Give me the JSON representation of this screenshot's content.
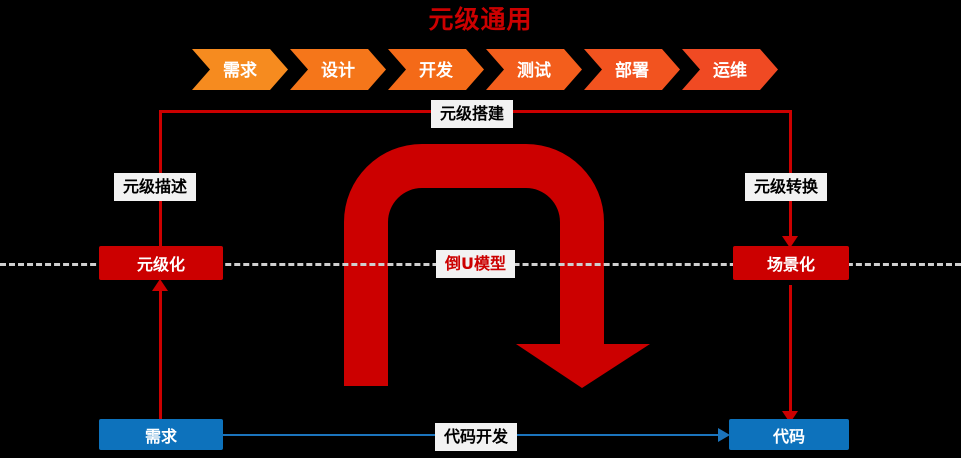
{
  "title": "元级通用",
  "colors": {
    "title_red": "#CC0000",
    "arrow_red": "#CC0000",
    "node_blue": "#0D72BC",
    "line_blue": "#1B74BC",
    "chevron_start": "#F68B1F",
    "chevron_end": "#F04A23",
    "background": "#000000",
    "caption_bg": "#F2F2F2",
    "dash_line": "#CFCFCF"
  },
  "pipeline": {
    "name": "lifecycle-ribbon",
    "stages": [
      {
        "label": "需求",
        "color": "#F68B1F"
      },
      {
        "label": "设计",
        "color": "#F5761A"
      },
      {
        "label": "开发",
        "color": "#F46A18"
      },
      {
        "label": "测试",
        "color": "#F35E1C"
      },
      {
        "label": "部署",
        "color": "#F2531F"
      },
      {
        "label": "运维",
        "color": "#F04A23"
      }
    ]
  },
  "captions": {
    "top": "元级搭建",
    "left": "元级描述",
    "right": "元级转换",
    "center": "倒U模型",
    "bottom": "代码开发"
  },
  "nodes": {
    "meta": "元级化",
    "scenario": "场景化",
    "requirement": "需求",
    "code": "代码"
  }
}
